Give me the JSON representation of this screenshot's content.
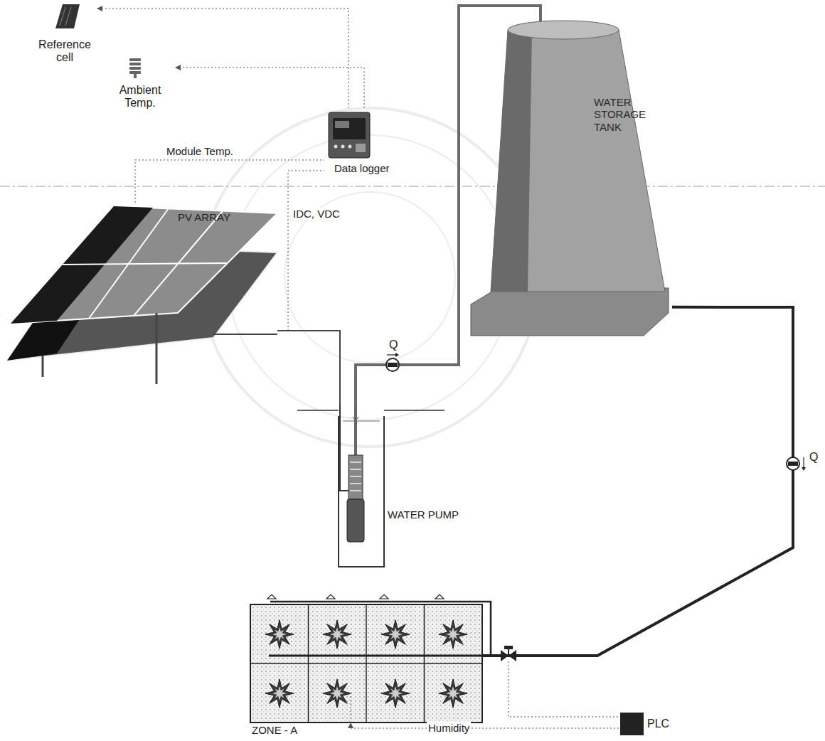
{
  "diagram": {
    "nodes": [
      {
        "text": [
          "Reference cell"
        ]
      },
      {
        "text": [
          "Ambient Temp."
        ]
      },
      {
        "text": [
          "Data logger"
        ]
      },
      {
        "text": [
          "PV ARRAY"
        ]
      },
      {
        "text": [
          "WATER STORAGE TANK"
        ]
      },
      {
        "text": [
          "WATER PUMP"
        ]
      },
      {
        "text": [
          "ZONE - A"
        ]
      },
      {
        "text": [
          "PLC"
        ]
      }
    ],
    "edges": [
      {
        "from": 2,
        "to": 0,
        "arrow": "to"
      },
      {
        "from": 2,
        "to": 1,
        "arrow": "to"
      },
      {
        "from": 3,
        "to": 2,
        "label": "Module Temp.",
        "arrow": "none"
      },
      {
        "from": 3,
        "to": 2,
        "label": "IDC, VDC",
        "arrow": "none"
      },
      {
        "from": 3,
        "to": 5,
        "arrow": "none"
      },
      {
        "from": 5,
        "to": 4,
        "label": "Q",
        "arrow": "none"
      },
      {
        "from": 4,
        "to": 6,
        "label": "Q",
        "arrow": "none"
      },
      {
        "from": 7,
        "to": 6,
        "label": "Humidity",
        "arrow": "to"
      }
    ]
  }
}
